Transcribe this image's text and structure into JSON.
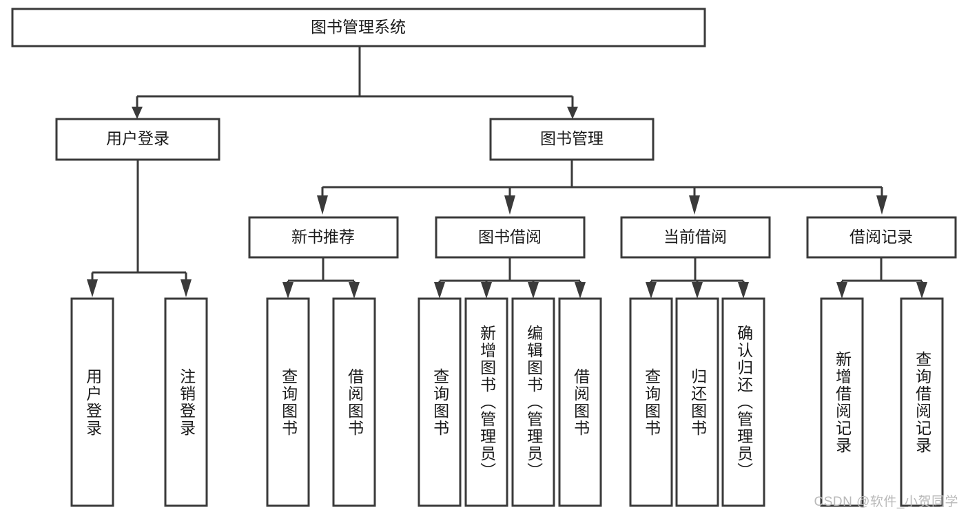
{
  "diagram": {
    "title": "图书管理系统",
    "watermark": "CSDN @软件_小贺同学",
    "stroke_color": "#3a3a3a",
    "text_color": "#1a1a1a",
    "background_color": "#ffffff",
    "watermark_color": "#b9b9b9",
    "root": {
      "label": "图书管理系统"
    },
    "level2": [
      {
        "label": "用户登录"
      },
      {
        "label": "图书管理"
      }
    ],
    "level3": [
      {
        "label": "新书推荐"
      },
      {
        "label": "图书借阅"
      },
      {
        "label": "当前借阅"
      },
      {
        "label": "借阅记录"
      }
    ],
    "leaves": {
      "user_login": [
        {
          "label": "用户登录"
        },
        {
          "label": "注销登录"
        }
      ],
      "new_book_recommend": [
        {
          "label": "查询图书"
        },
        {
          "label": "借阅图书"
        }
      ],
      "book_borrow": [
        {
          "label": "查询图书"
        },
        {
          "label": "新增图书（管理员）"
        },
        {
          "label": "编辑图书（管理员）"
        },
        {
          "label": "借阅图书"
        }
      ],
      "current_borrow": [
        {
          "label": "查询图书"
        },
        {
          "label": "归还图书"
        },
        {
          "label": "确认归还（管理员）"
        }
      ],
      "borrow_record": [
        {
          "label": "新增借阅记录"
        },
        {
          "label": "查询借阅记录"
        }
      ]
    }
  }
}
